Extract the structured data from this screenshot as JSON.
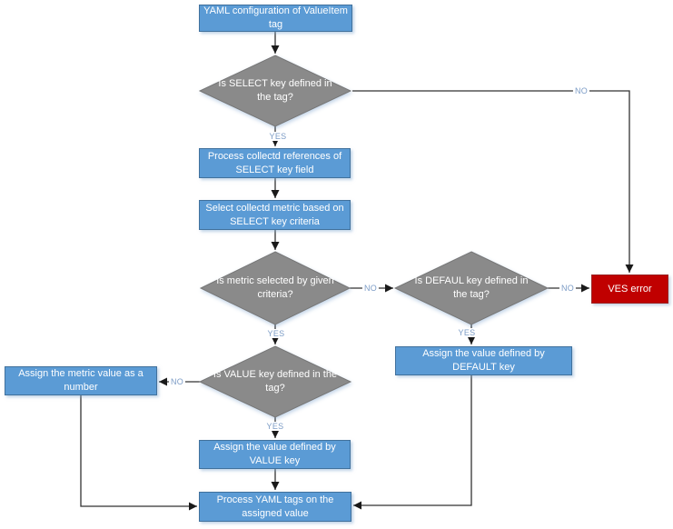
{
  "diagram": {
    "nodes": {
      "yaml_config": {
        "type": "process",
        "label": "YAML configuration of ValueItem tag"
      },
      "select_key": {
        "type": "decision",
        "label": "Is SELECT key defined in the tag?"
      },
      "process_refs": {
        "type": "process",
        "label": "Process collectd references of SELECT key field"
      },
      "select_metric": {
        "type": "process",
        "label": "Select collectd metric based on SELECT key criteria"
      },
      "metric_selected": {
        "type": "decision",
        "label": "Is metric selected by given criteria?"
      },
      "default_key": {
        "type": "decision",
        "label": "Is DEFAUL key defined in the tag?"
      },
      "ves_error": {
        "type": "error",
        "label": "VES error"
      },
      "assign_default": {
        "type": "process",
        "label": "Assign the value defined by DEFAULT key"
      },
      "value_key": {
        "type": "decision",
        "label": "Is VALUE key defined in the tag?"
      },
      "assign_metric": {
        "type": "process",
        "label": "Assign the metric value as a number"
      },
      "assign_value": {
        "type": "process",
        "label": "Assign the value defined by VALUE key"
      },
      "process_tags": {
        "type": "process",
        "label": "Process YAML tags on the assigned value"
      }
    },
    "edge_labels": {
      "yes": "YES",
      "no": "NO"
    },
    "edges": [
      {
        "from": "yaml_config",
        "to": "select_key",
        "label": ""
      },
      {
        "from": "select_key",
        "to": "process_refs",
        "label": "YES"
      },
      {
        "from": "select_key",
        "to": "ves_error",
        "label": "NO"
      },
      {
        "from": "process_refs",
        "to": "select_metric",
        "label": ""
      },
      {
        "from": "select_metric",
        "to": "metric_selected",
        "label": ""
      },
      {
        "from": "metric_selected",
        "to": "value_key",
        "label": "YES"
      },
      {
        "from": "metric_selected",
        "to": "default_key",
        "label": "NO"
      },
      {
        "from": "default_key",
        "to": "assign_default",
        "label": "YES"
      },
      {
        "from": "default_key",
        "to": "ves_error",
        "label": "NO"
      },
      {
        "from": "assign_default",
        "to": "process_tags",
        "label": ""
      },
      {
        "from": "value_key",
        "to": "assign_value",
        "label": "YES"
      },
      {
        "from": "value_key",
        "to": "assign_metric",
        "label": "NO"
      },
      {
        "from": "assign_value",
        "to": "process_tags",
        "label": ""
      },
      {
        "from": "assign_metric",
        "to": "process_tags",
        "label": ""
      }
    ],
    "colors": {
      "process_fill": "#5B9BD5",
      "process_border": "#41719C",
      "decision_fill": "#8A8A8A",
      "decision_border": "#777777",
      "error_fill": "#C00000",
      "error_border": "#9A2323",
      "connector": "#323232",
      "edge_label_text": "#7C9CC6",
      "background": "#FFFFFF"
    }
  }
}
